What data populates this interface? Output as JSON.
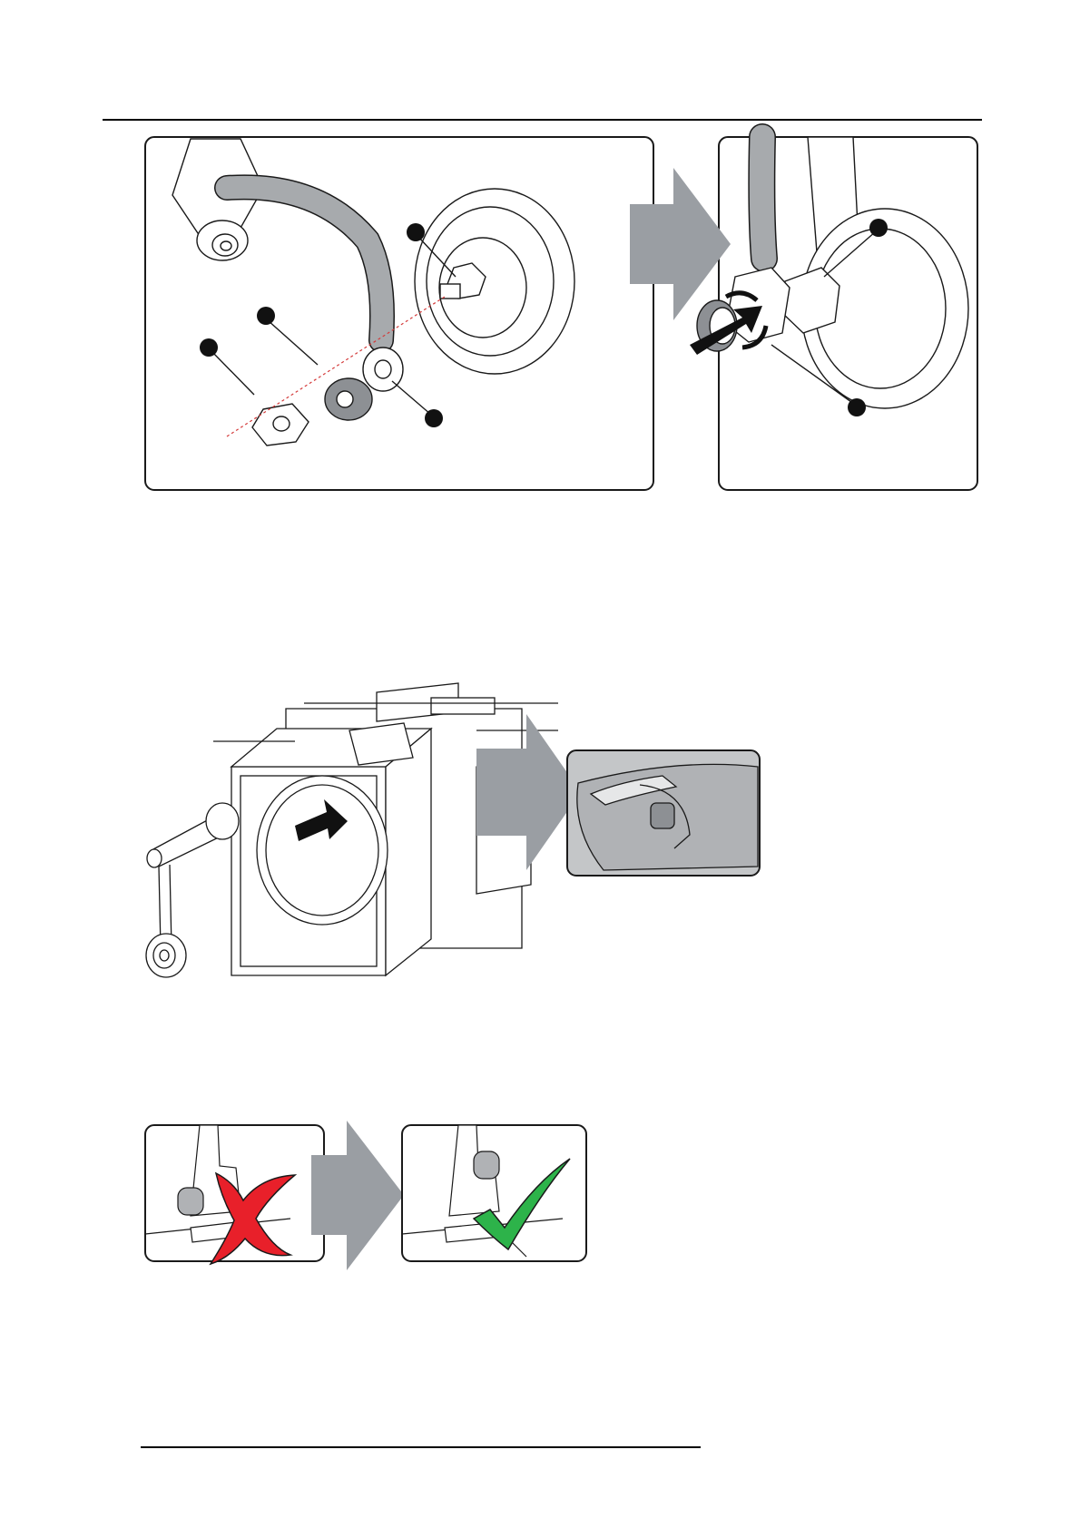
{
  "document": {
    "header_rule": true,
    "footer_rule": true
  },
  "figures": [
    {
      "id": "lamp-cable-connection",
      "description_visible_text": [],
      "callout_markers": 6,
      "arrow_color": "#9a9ea3"
    },
    {
      "id": "lamp-housing-insertion",
      "description_visible_text": [],
      "arrow_color": "#9a9ea3"
    },
    {
      "id": "lock-check",
      "description_visible_text": [],
      "wrong_mark_color": "#e8202a",
      "correct_mark_color": "#2db34a",
      "arrow_color": "#9a9ea3"
    }
  ],
  "colors": {
    "line": "#1a1a1a",
    "grey_fill": "#a7aaad",
    "dark_grey_fill": "#6d7175",
    "callout_fill": "#111111"
  }
}
